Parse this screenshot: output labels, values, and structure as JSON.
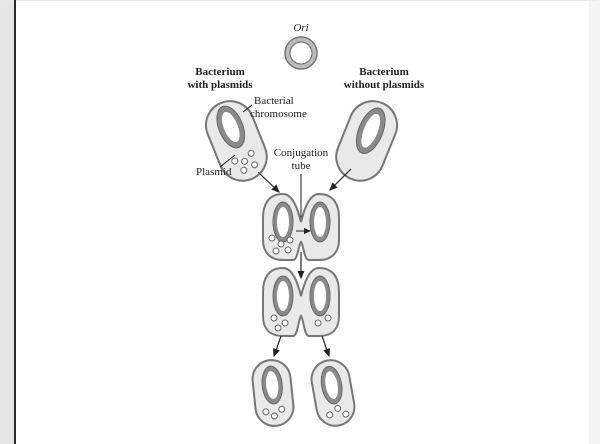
{
  "labels": {
    "ori": "Ori",
    "with_plasmids_line1": "Bacterium",
    "with_plasmids_line2": "with plasmids",
    "without_plasmids_line1": "Bacterium",
    "without_plasmids_line2": "without plasmids",
    "bacterial_chromosome_line1": "Bacterial",
    "bacterial_chromosome_line2": "chromosome",
    "conjugation_tube_line1": "Conjugation",
    "conjugation_tube_line2": "tube",
    "plasmid": "Plasmid"
  },
  "colors": {
    "cell_fill": "#e9e9e9",
    "cell_outline": "#777777",
    "chromosome_outer": "#8a8a8a",
    "chromosome_inner": "#ffffff",
    "plasmid_fill": "#ffffff",
    "ink": "#222222"
  }
}
